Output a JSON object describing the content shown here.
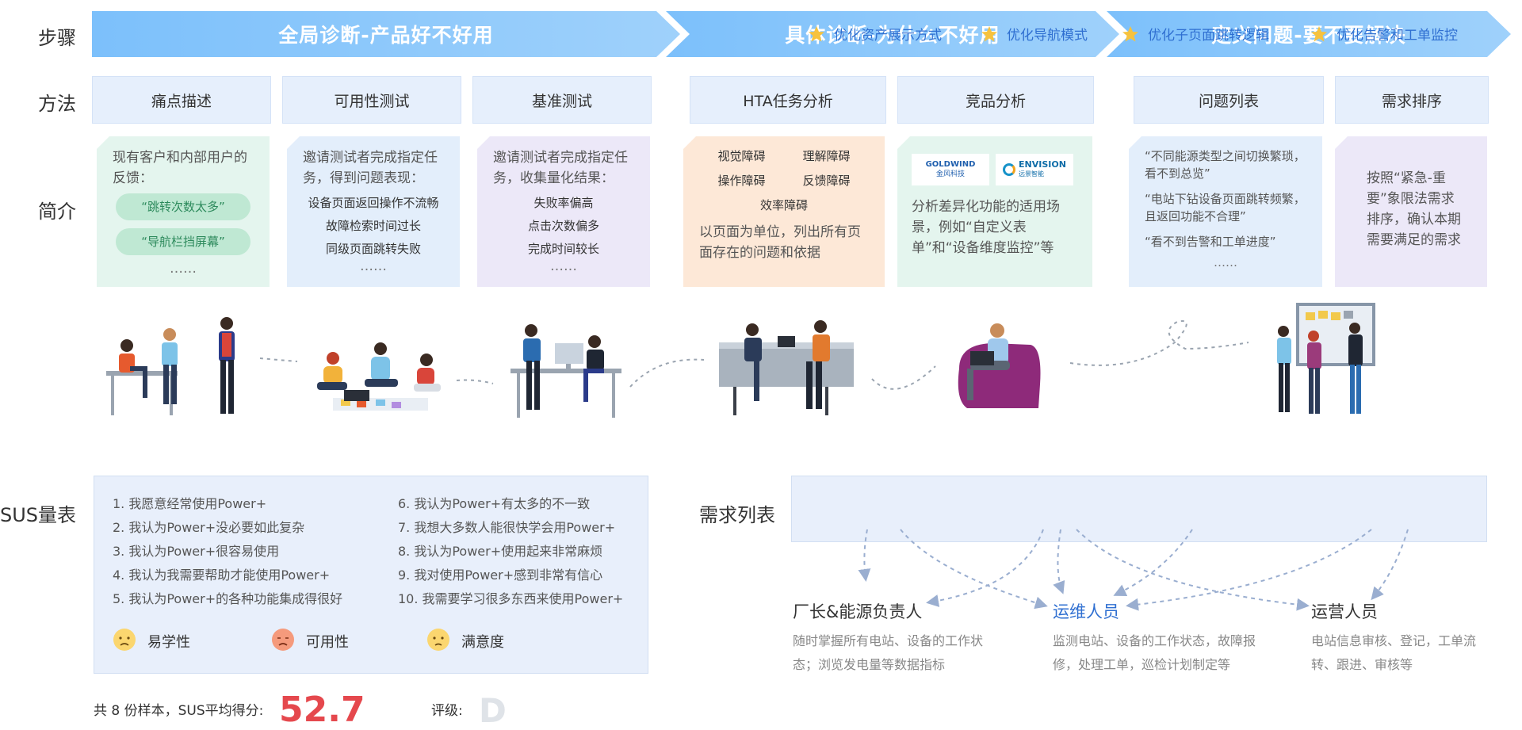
{
  "row_labels": {
    "steps": "步骤",
    "methods": "方法",
    "intro": "简介",
    "sus": "SUS量表",
    "requirements": "需求列表"
  },
  "steps": [
    {
      "label": "全局诊断-产品好不好用"
    },
    {
      "label": "具体诊断-为什么不好用"
    },
    {
      "label": "定义问题-要不要解决"
    }
  ],
  "methods": [
    "痛点描述",
    "可用性测试",
    "基准测试",
    "HTA任务分析",
    "竞品分析",
    "问题列表",
    "需求排序"
  ],
  "cards": {
    "pain": {
      "text": "现有客户和内部用户的反馈：",
      "pill1": "“跳转次数太多”",
      "pill2": "“导航栏挡屏幕”",
      "dots": "……"
    },
    "usability": {
      "text": "邀请测试者完成指定任务，得到问题表现：",
      "items": [
        "设备页面返回操作不流畅",
        "故障检索时间过长",
        "同级页面跳转失败"
      ],
      "dots": "……"
    },
    "benchmark": {
      "text": "邀请测试者完成指定任务，收集量化结果：",
      "items": [
        "失败率偏高",
        "点击次数偏多",
        "完成时间较长"
      ],
      "dots": "……"
    },
    "hta": {
      "grid": [
        "视觉障碍",
        "理解障碍",
        "操作障碍",
        "反馈障碍"
      ],
      "last": "效率障碍",
      "text": "以页面为单位，列出所有页面存在的问题和依据"
    },
    "competitor": {
      "logo1": {
        "name": "GOLDWIND",
        "sub": "金风科技"
      },
      "logo2": {
        "name": "ENVISION",
        "sub": "远景智能"
      },
      "text": "分析差异化功能的适用场景，例如“自定义表单”和“设备维度监控”等"
    },
    "problems": {
      "items": [
        "“不同能源类型之间切换繁琐，看不到总览”",
        "“电站下钻设备页面跳转频繁，且返回功能不合理”",
        "“看不到告警和工单进度”"
      ],
      "dots": "……"
    },
    "ranking": {
      "text": "按照“紧急-重要”象限法需求排序，确认本期需要满足的需求"
    }
  },
  "sus": {
    "items": [
      "1. 我愿意经常使用Power+",
      "2. 我认为Power+没必要如此复杂",
      "3. 我认为Power+很容易使用",
      "4. 我认为我需要帮助才能使用Power+",
      "5. 我认为Power+的各种功能集成得很好",
      "6. 我认为Power+有太多的不一致",
      "7. 我想大多数人能很快学会用Power+",
      "8. 我认为Power+使用起来非常麻烦",
      "9. 我对使用Power+感到非常有信心",
      "10. 我需要学习很多东西来使用Power+"
    ],
    "metrics": [
      {
        "label": "易学性",
        "color": "#fbd66f"
      },
      {
        "label": "可用性",
        "color": "#f59a7c"
      },
      {
        "label": "满意度",
        "color": "#fbd66f"
      }
    ]
  },
  "summary": {
    "text": "共 8 份样本，SUS平均得分:",
    "score": "52.7",
    "grade_label": "评级:",
    "grade": "D"
  },
  "requirements": [
    "优化资产展示方式",
    "优化导航模式",
    "优化子页面跳转逻辑",
    "优化告警和工单监控"
  ],
  "roles": [
    {
      "title": "厂长&能源负责人",
      "desc": "随时掌握所有电站、设备的工作状态；浏览发电量等数据指标"
    },
    {
      "title": "运维人员",
      "desc": "监测电站、设备的工作状态，故障报修，处理工单，巡检计划制定等"
    },
    {
      "title": "运营人员",
      "desc": "电站信息审核、登记，工单流转、跟进、审核等"
    }
  ],
  "colors": {
    "step_gradient": [
      "#7cc0fb",
      "#9fd1fb"
    ],
    "card_green": "#e4f5ee",
    "card_blue": "#e3eefb",
    "card_purple": "#ece8f8",
    "card_orange": "#fde8d7",
    "score_red": "#e5484d",
    "req_blue": "#2f6fd1"
  }
}
